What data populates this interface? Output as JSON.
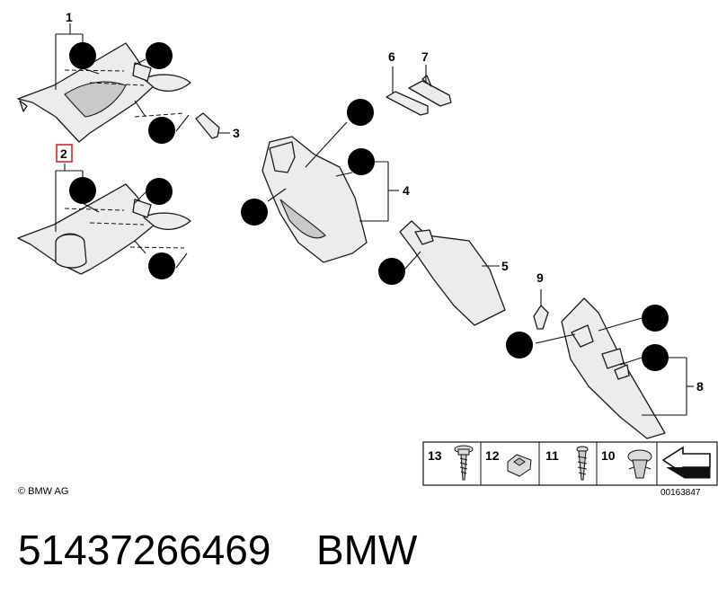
{
  "diagram": {
    "item_labels": [
      "1",
      "2",
      "3",
      "4",
      "5",
      "6",
      "7",
      "8",
      "9"
    ],
    "bubbles": [
      "10",
      "11",
      "12",
      "13"
    ],
    "highlighted_item": "2",
    "highlight_color": "#d9262c",
    "legend_items": [
      "13",
      "12",
      "11",
      "10"
    ]
  },
  "footer": {
    "copyright": "© BMW AG",
    "drawing_number": "00163847",
    "part_number": "51437266469",
    "brand": "BMW"
  }
}
